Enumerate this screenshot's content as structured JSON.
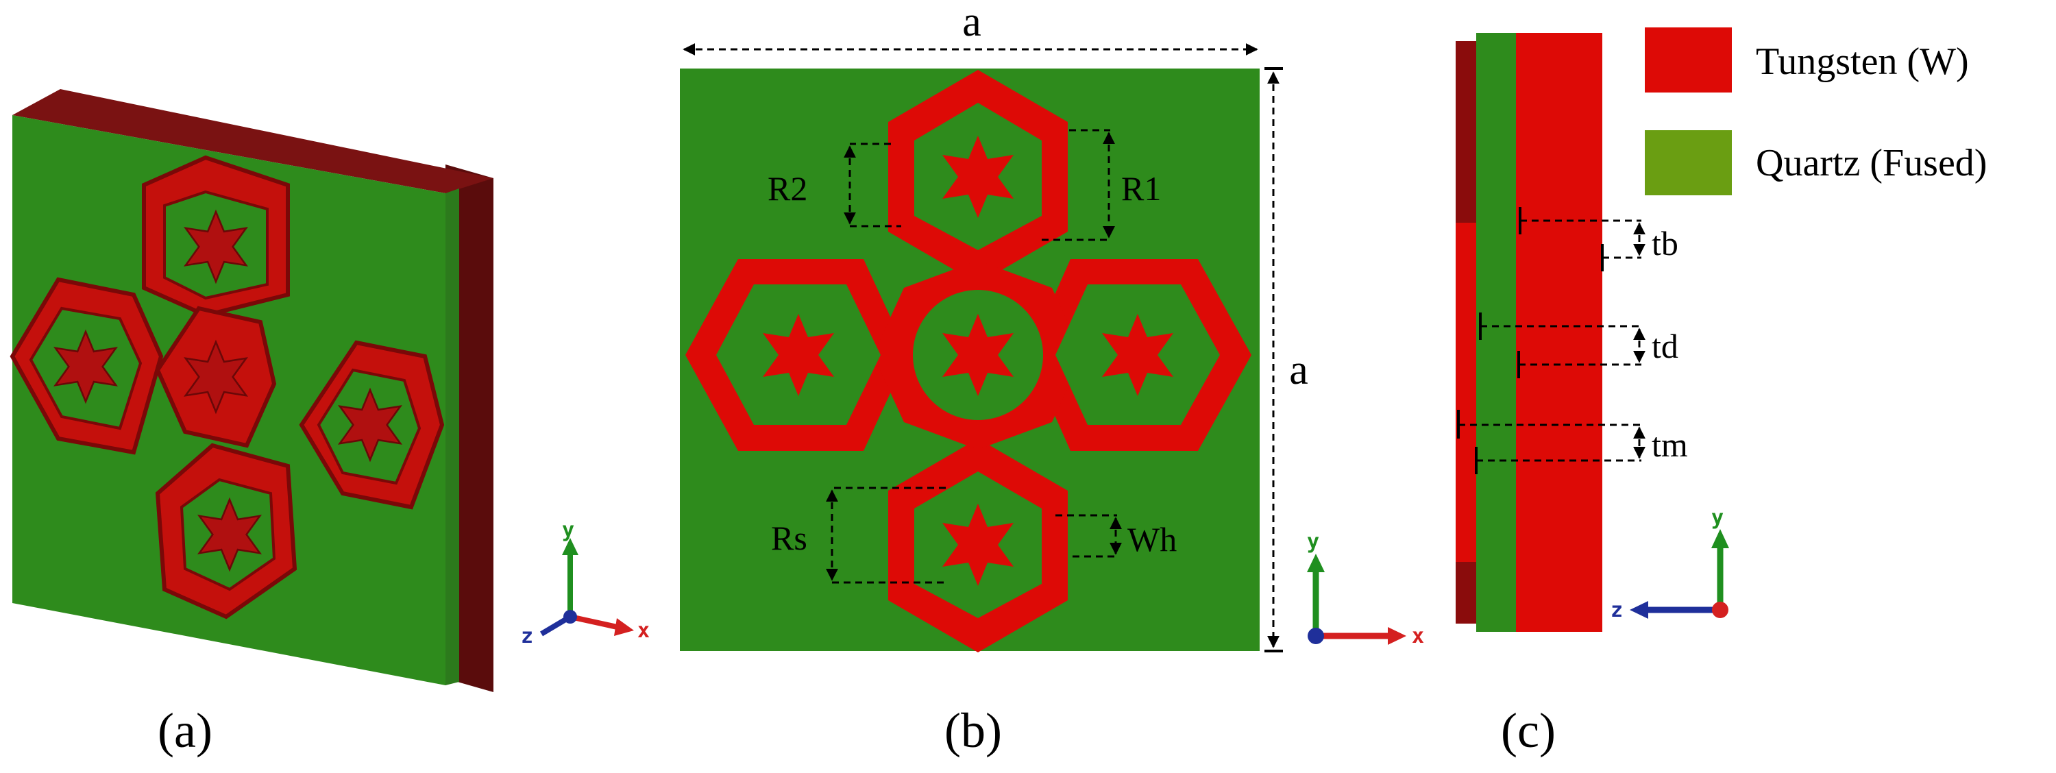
{
  "panel_a": {
    "caption": "(a)",
    "axes": {
      "y": "y",
      "x": "x",
      "z": "z"
    }
  },
  "panel_b": {
    "caption": "(b)",
    "dimensions": {
      "width": "a",
      "height": "a",
      "outer_radius": "R1",
      "inner_radius": "R2",
      "star_radius": "Rs",
      "hex_width": "Wh"
    },
    "axes": {
      "y": "y",
      "x": "x"
    }
  },
  "panel_c": {
    "caption": "(c)",
    "thicknesses": {
      "base": "tb",
      "dielectric": "td",
      "metal": "tm"
    },
    "axes": {
      "y": "y",
      "z": "z"
    }
  },
  "legend": [
    {
      "label": "Tungsten (W)",
      "color": "#dd0a06"
    },
    {
      "label": "Quartz (Fused)",
      "color": "#6a9e12"
    }
  ],
  "colors": {
    "tungsten": "#dd0a06",
    "quartz": "#2e8b1c",
    "tungsten_dark": "#6a0c0c",
    "axis_y": "#1f8f1f",
    "axis_x": "#d42020",
    "axis_z": "#1f2f9a"
  }
}
